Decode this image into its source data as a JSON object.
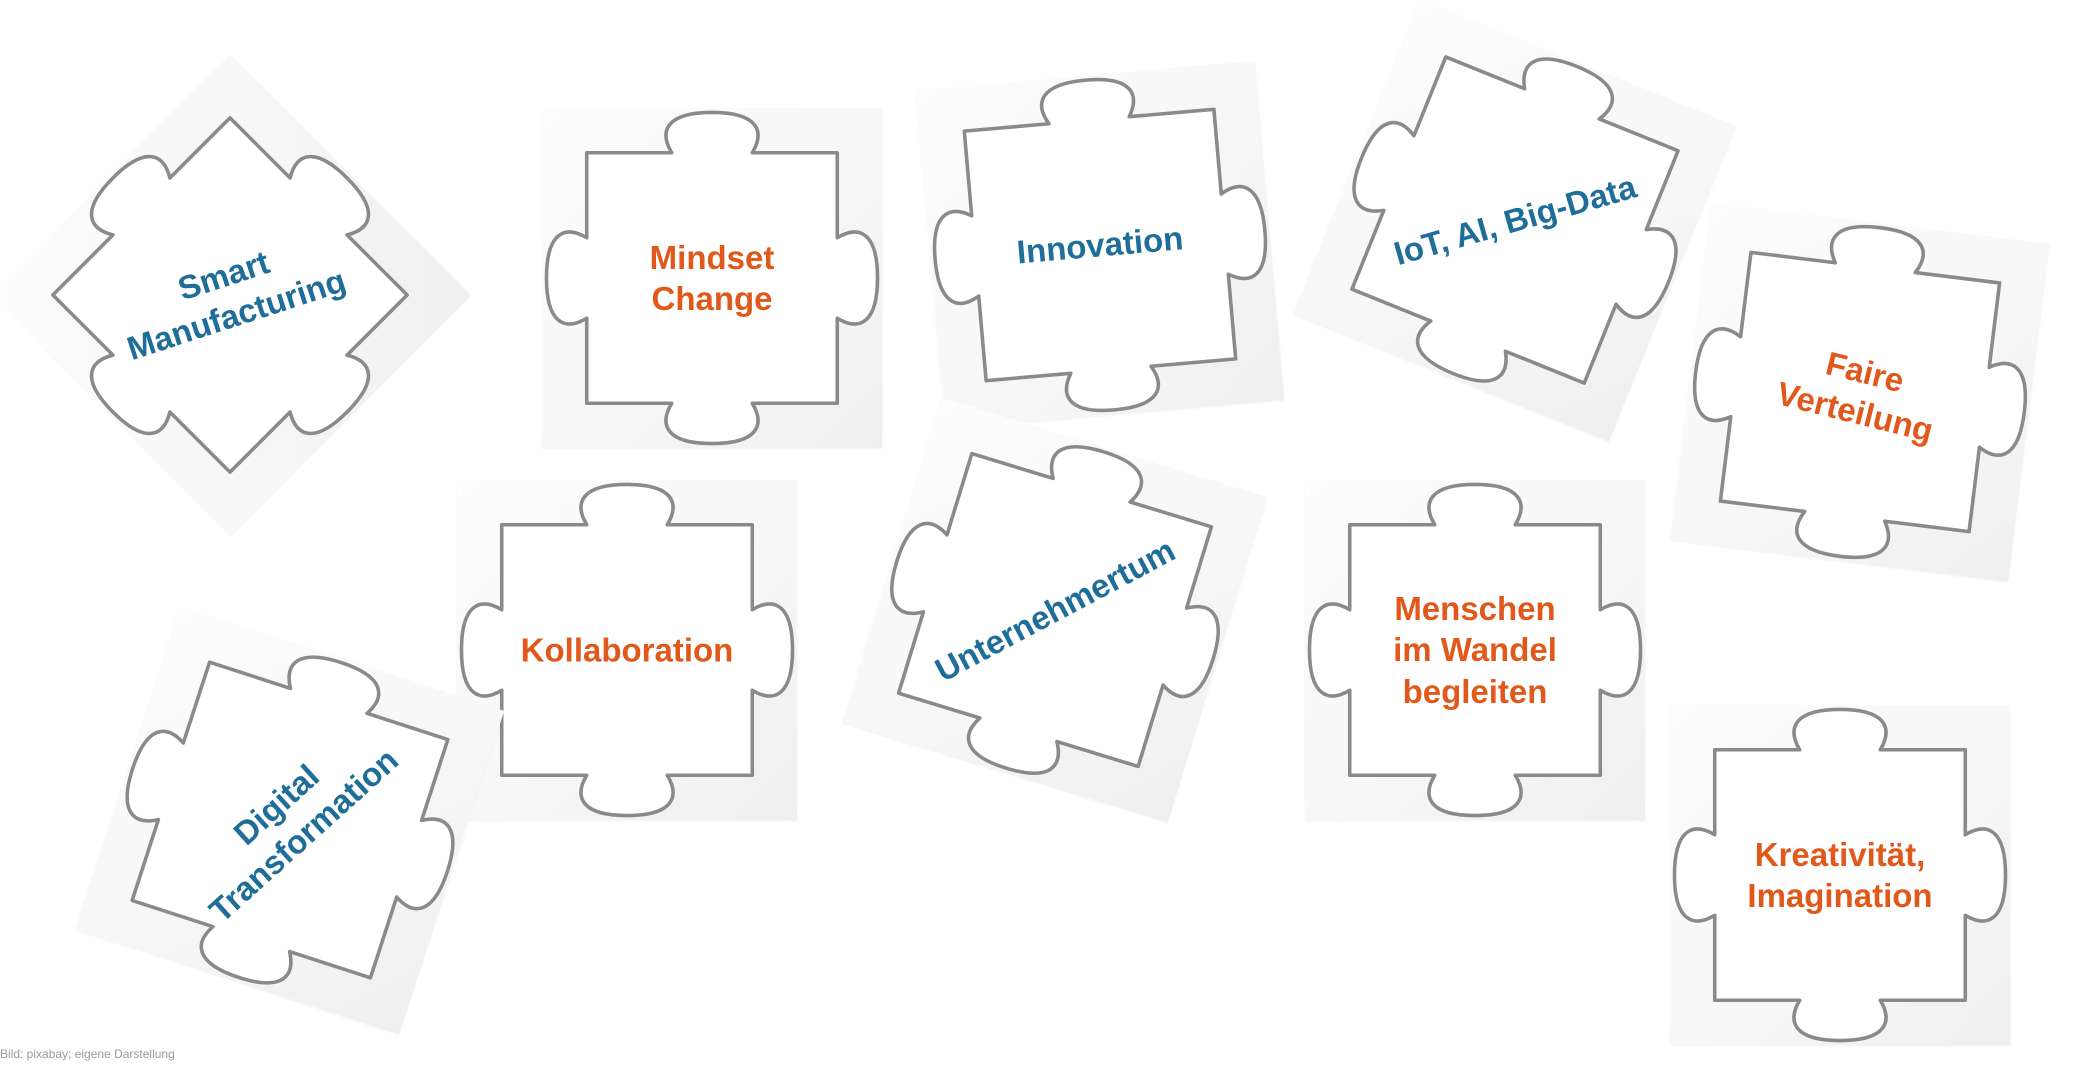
{
  "pieces": [
    {
      "id": "smart",
      "label": "Smart\nManufacturing",
      "color": "#1f6e99"
    },
    {
      "id": "mindset",
      "label": "Mindset\nChange",
      "color": "#e0591a"
    },
    {
      "id": "innov",
      "label": "Innovation",
      "color": "#1f6e99"
    },
    {
      "id": "iot",
      "label": "IoT, AI, Big-Data",
      "color": "#1f6e99"
    },
    {
      "id": "faire",
      "label": "Faire\nVerteilung",
      "color": "#e0591a"
    },
    {
      "id": "kollab",
      "label": "Kollaboration",
      "color": "#e0591a"
    },
    {
      "id": "unter",
      "label": "Unternehmertum",
      "color": "#1f6e99"
    },
    {
      "id": "mensch",
      "label": "Menschen\nim Wandel\nbegleiten",
      "color": "#e0591a"
    },
    {
      "id": "digital",
      "label": "Digital\nTransformation",
      "color": "#1f6e99"
    },
    {
      "id": "kreat",
      "label": "Kreativität,\nImagination",
      "color": "#e0591a"
    }
  ],
  "footer": "Bild: pixabay; eigene Darstellung"
}
